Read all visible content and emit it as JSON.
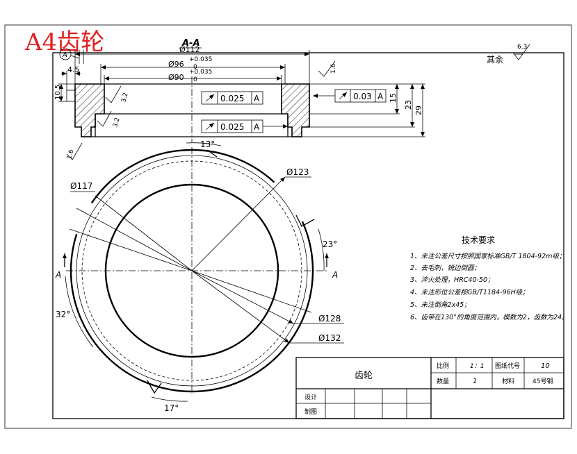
{
  "stamp": "A4齿轮",
  "section": {
    "title": "A-A",
    "datum": "A",
    "dims": {
      "d112": "Ø112",
      "d96": "Ø96",
      "d96_upper": "+0.035",
      "d96_lower": "0",
      "d90": "Ø90",
      "d90_upper": "+0.035",
      "d90_lower": "0",
      "w45": "4.5",
      "h105": "10.5",
      "h15": "15",
      "h23": "23",
      "h29": "29"
    },
    "tolerances": [
      {
        "value": "0.025",
        "datum": "A"
      },
      {
        "value": "0.025",
        "datum": "A"
      },
      {
        "value": "0.03",
        "datum": "A"
      }
    ],
    "roughness": {
      "top": "1.6",
      "inner1": "3.2",
      "inner2": "3.2",
      "left": "1.6"
    }
  },
  "rest_finish": {
    "label": "其余",
    "value": "6.3"
  },
  "plan": {
    "angles": {
      "a13": "13°",
      "a23": "23°",
      "a32": "32°",
      "a17": "17°"
    },
    "diameters": {
      "d117": "Ø117",
      "d123": "Ø123",
      "d128": "Ø128",
      "d132": "Ø132"
    },
    "cut_left": "A",
    "cut_right": "A"
  },
  "tech": {
    "title": "技术要求",
    "items": [
      "1、未注公差尺寸按照国家标准GB/T 1804-92m级；",
      "2、去毛刺，锐边倒圆；",
      "3、淬火处理，HRC40-50；",
      "4、未注形位公差按GB/T1184-96H级；",
      "5、未注倒角2x45；",
      "6、齿带在130°的角度范围内，模数为2，齿数为24。"
    ]
  },
  "title_block": {
    "part_name": "齿轮",
    "scale_label": "比例",
    "scale_value": "1：1",
    "drawing_no_label": "图纸代号",
    "drawing_no": "10",
    "qty_label": "数量",
    "qty_value": "1",
    "material_label": "材料",
    "material_value": "45号钢",
    "design_label": "设计",
    "draw_label": "制图"
  }
}
